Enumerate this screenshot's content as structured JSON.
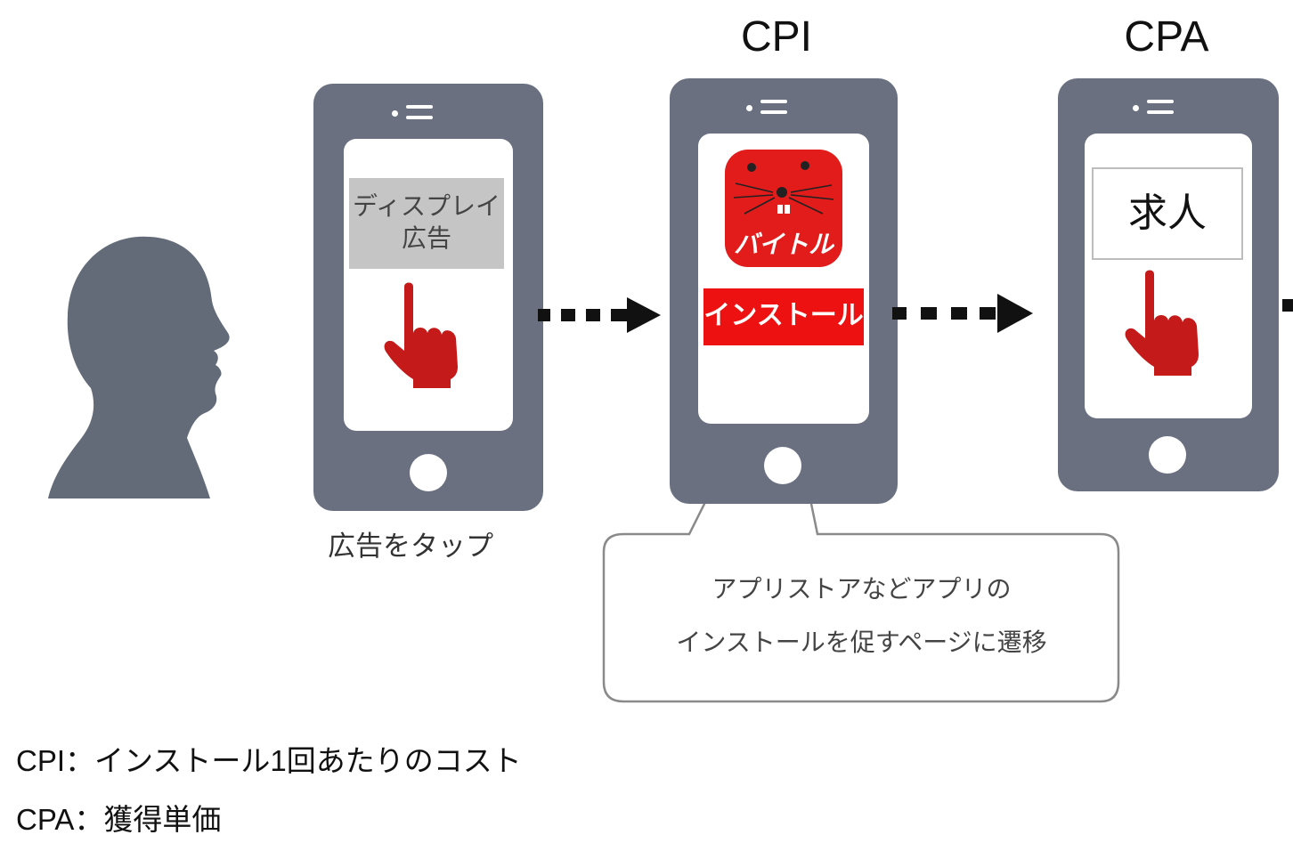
{
  "stages": {
    "cpi_label": "CPI",
    "cpa_label": "CPA"
  },
  "phone1": {
    "ad_line1": "ディスプレイ",
    "ad_line2": "広告",
    "caption": "広告をタップ"
  },
  "phone2": {
    "app_name": "バイトル",
    "install_label": "インストール"
  },
  "phone3": {
    "job_label": "求人"
  },
  "callout": {
    "line1": "アプリストアなどアプリの",
    "line2": "インストールを促すページに遷移"
  },
  "legend": {
    "cpi": "CPI：インストール1回あたりのコスト",
    "cpa": "CPA：獲得単価"
  },
  "colors": {
    "phone_body": "#6a7080",
    "silhouette": "#636a78",
    "install_red": "#ee1111",
    "app_icon_red": "#e21b1b",
    "hand_red": "#c41a1a",
    "ad_gray": "#c5c5c5",
    "arrow": "#111111"
  },
  "icons": [
    "person-silhouette-icon",
    "tap-hand-icon",
    "arrow-right-icon",
    "app-icon-baitoru"
  ]
}
